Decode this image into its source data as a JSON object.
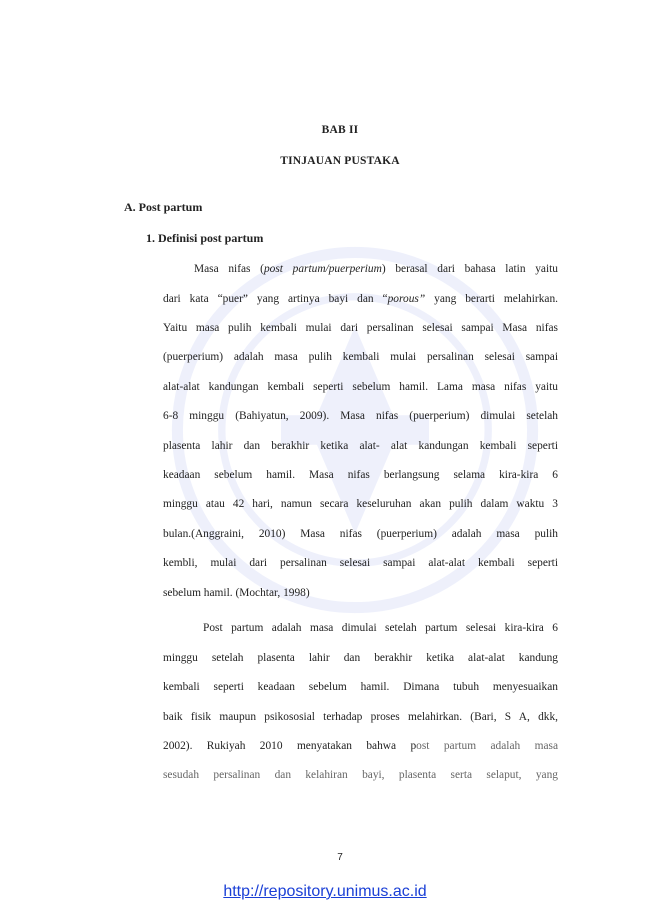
{
  "header": {
    "chapter": "BAB II",
    "chapter_title": "TINJAUAN PUSTAKA"
  },
  "section": {
    "heading": "A.  Post partum",
    "subheading": "1.   Definisi post partum"
  },
  "para1": [
    {
      "pre": "Masa nifas (",
      "em": "post partum/puerperium",
      "post": ") berasal dari bahasa latin yaitu"
    },
    {
      "pre": "dari kata “puer” yang artinya bayi dan “",
      "em": "porous”",
      "post": " yang berarti melahirkan."
    },
    {
      "text": "Yaitu masa pulih kembali mulai dari persalinan selesai sampai Masa nifas"
    },
    {
      "text": "(puerperium) adalah masa pulih kembali mulai persalinan selesai sampai"
    },
    {
      "text": "alat-alat kandungan kembali seperti sebelum hamil. Lama masa nifas yaitu"
    },
    {
      "text": "6-8 minggu (Bahiyatun, 2009). Masa nifas (puerperium) dimulai setelah"
    },
    {
      "text": "plasenta lahir dan berakhir ketika alat- alat kandungan kembali seperti"
    },
    {
      "text": "keadaan sebelum hamil. Masa nifas berlangsung selama kira-kira 6"
    },
    {
      "text": "minggu atau 42 hari, namun secara keseluruhan akan pulih dalam waktu 3"
    },
    {
      "text": "bulan.(Anggraini, 2010)   Masa nifas (puerperium) adalah masa pulih"
    },
    {
      "text": "kembli, mulai dari persalinan selesai sampai alat-alat kembali seperti"
    },
    {
      "text": "sebelum hamil. (Mochtar, 1998)"
    }
  ],
  "para2": [
    {
      "text": "Post partum adalah masa dimulai setelah partum selesai kira-kira 6"
    },
    {
      "text": "minggu setelah plasenta lahir dan berakhir ketika alat-alat kandung"
    },
    {
      "text": "kembali seperti keadaan sebelum hamil.  Dimana tubuh menyesuaikan"
    },
    {
      "text": "baik fisik maupun psikososial terhadap proses melahirkan. (Bari, S A, dkk,"
    },
    {
      "pre": "2002).   Rukiyah 2010 menyatakan bahwa p",
      "faded": "ost partum adalah masa"
    },
    {
      "text": "sesudah persalinan dan kelahiran bayi, plasenta serta selaput, yang"
    }
  ],
  "footer": {
    "page_number": "7",
    "link": "http://repository.unimus.ac.id"
  },
  "colors": {
    "text": "#222222",
    "link": "#1a3fd6",
    "watermark": "#1a3fd6"
  }
}
